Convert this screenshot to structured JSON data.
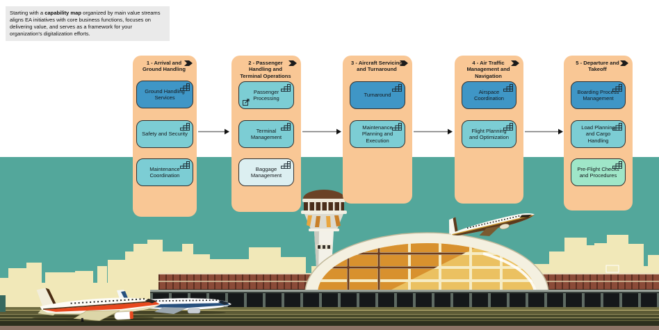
{
  "description": {
    "prefix": "Starting with a ",
    "bold": "capability map",
    "suffix": " organized by main value streams aligns EA initiatives with core business functions, focuses on delivering value, and serves as a framework for your organization's digitalization efforts."
  },
  "value_streams": [
    {
      "label": "1 - Arrival and Ground Handling",
      "capabilities": [
        {
          "label": "Ground Handling Services",
          "variant": "blue"
        },
        {
          "label": "Safety and Security",
          "variant": "teal"
        },
        {
          "label": "Maintenance Coordination",
          "variant": "teal"
        }
      ]
    },
    {
      "label": "2 - Passenger Handling and Terminal Operations",
      "capabilities": [
        {
          "label": "Passenger Processing",
          "variant": "teal",
          "has_link_icon": true
        },
        {
          "label": "Terminal Management",
          "variant": "teal"
        },
        {
          "label": "Baggage Management",
          "variant": "pale"
        }
      ]
    },
    {
      "label": "3 - Aircraft Servicing and Turnaround",
      "capabilities": [
        {
          "label": "Turnaround",
          "variant": "blue"
        },
        {
          "label": "Maintenance Planning and Execution",
          "variant": "teal"
        }
      ]
    },
    {
      "label": "4 - Air Traffic Management and Navigation",
      "capabilities": [
        {
          "label": "Airspace Coordination",
          "variant": "blue"
        },
        {
          "label": "Flight Planning and Optimization",
          "variant": "teal"
        }
      ]
    },
    {
      "label": "5 - Departure and Takeoff",
      "capabilities": [
        {
          "label": "Boarding Process Management",
          "variant": "blue"
        },
        {
          "label": "Load Planning and Cargo Handling",
          "variant": "teal"
        },
        {
          "label": "Pre-Flight Checks and Procedures",
          "variant": "mint"
        }
      ]
    }
  ],
  "icons": {
    "stream_icon": "value-stream-arrow",
    "capability_icon": "capability-grid",
    "link_icon": "external-link"
  },
  "colors": {
    "sky": "#53A79B",
    "panel": "#F9C795",
    "card_blue": "#3F96C6",
    "card_teal": "#7CCDD4",
    "card_pale": "#DCEFF1",
    "card_mint": "#9FE6C8",
    "card_border": "#2F2F2F",
    "skyline": "#F1E8B8",
    "brick": "#8B4B38",
    "ground_mauve": "#8C7365",
    "textbox_bg": "#EAEAEA",
    "arrow": "#111111"
  }
}
